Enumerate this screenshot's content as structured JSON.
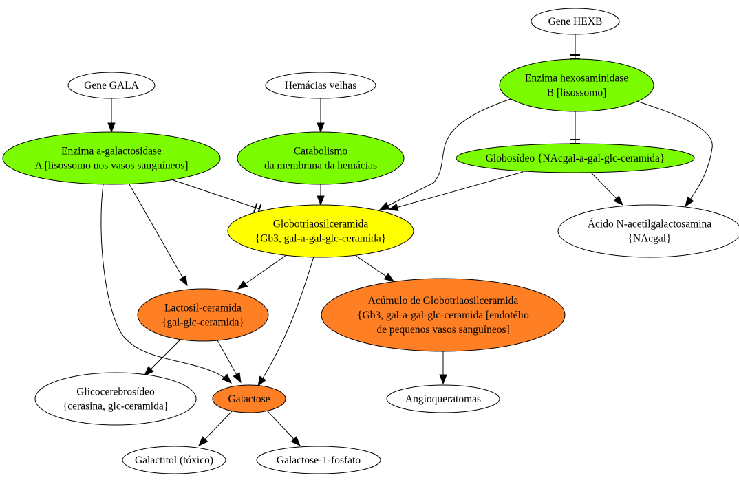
{
  "nodes": {
    "gala_gene": {
      "lines": [
        "Gene GALA"
      ],
      "color": "#ffffff"
    },
    "hemacias": {
      "lines": [
        "Hemácias velhas"
      ],
      "color": "#ffffff"
    },
    "hexb_gene": {
      "lines": [
        "Gene HEXB"
      ],
      "color": "#ffffff"
    },
    "alpha_gal": {
      "lines": [
        "Enzima a-galactosidase",
        "A [lisossomo nos vasos sanguíneos]"
      ],
      "color": "#7cfc00"
    },
    "catabolismo": {
      "lines": [
        "Catabolismo",
        "da membrana da hemácias"
      ],
      "color": "#7cfc00"
    },
    "hexosaminidase": {
      "lines": [
        "Enzima hexosaminidase",
        "B [lisossomo]"
      ],
      "color": "#7cfc00"
    },
    "globosideo": {
      "lines": [
        "Globosídeo {NAcgal-a-gal-glc-ceramida}"
      ],
      "color": "#7cfc00"
    },
    "gb3": {
      "lines": [
        "Globotriaosilceramida",
        "{Gb3, gal-a-gal-glc-ceramida}"
      ],
      "color": "#ffff00"
    },
    "nacgal": {
      "lines": [
        "Ácido N-acetilgalactosamina",
        "{NAcgal}"
      ],
      "color": "#ffffff"
    },
    "lactosil": {
      "lines": [
        "Lactosil-ceramida",
        "{gal-glc-ceramida}"
      ],
      "color": "#ff7f24"
    },
    "acumulo": {
      "lines": [
        "Acúmulo de Globotriaosilceramida",
        "{Gb3, gal-a-gal-glc-ceramida [endotélio",
        "de pequenos vasos sanguíneos]"
      ],
      "color": "#ff7f24"
    },
    "glicocerebrosideo": {
      "lines": [
        "Glicocerebrosídeo",
        "{cerasina, glc-ceramida}"
      ],
      "color": "#ffffff"
    },
    "galactose": {
      "lines": [
        "Galactose"
      ],
      "color": "#ff7f24"
    },
    "angioqueratomas": {
      "lines": [
        "Angioqueratomas"
      ],
      "color": "#ffffff"
    },
    "galactitol": {
      "lines": [
        "Galactitol (tóxico)"
      ],
      "color": "#ffffff"
    },
    "galactose1p": {
      "lines": [
        "Galactose-1-fosfato"
      ],
      "color": "#ffffff"
    }
  },
  "edges": [
    {
      "from": "gala_gene",
      "to": "alpha_gal",
      "type": "activates"
    },
    {
      "from": "hemacias",
      "to": "catabolismo",
      "type": "activates"
    },
    {
      "from": "hexb_gene",
      "to": "hexosaminidase",
      "type": "inhibits"
    },
    {
      "from": "hexosaminidase",
      "to": "globosideo",
      "type": "inhibits"
    },
    {
      "from": "hexosaminidase",
      "to": "gb3",
      "type": "activates"
    },
    {
      "from": "hexosaminidase",
      "to": "nacgal",
      "type": "activates"
    },
    {
      "from": "globosideo",
      "to": "gb3",
      "type": "activates"
    },
    {
      "from": "globosideo",
      "to": "nacgal",
      "type": "activates"
    },
    {
      "from": "catabolismo",
      "to": "gb3",
      "type": "activates"
    },
    {
      "from": "alpha_gal",
      "to": "gb3",
      "type": "inhibits"
    },
    {
      "from": "alpha_gal",
      "to": "lactosil",
      "type": "activates"
    },
    {
      "from": "alpha_gal",
      "to": "galactose",
      "type": "activates"
    },
    {
      "from": "gb3",
      "to": "lactosil",
      "type": "activates"
    },
    {
      "from": "gb3",
      "to": "galactose",
      "type": "activates"
    },
    {
      "from": "gb3",
      "to": "acumulo",
      "type": "activates"
    },
    {
      "from": "lactosil",
      "to": "glicocerebrosideo",
      "type": "activates"
    },
    {
      "from": "lactosil",
      "to": "galactose",
      "type": "activates"
    },
    {
      "from": "acumulo",
      "to": "angioqueratomas",
      "type": "activates"
    },
    {
      "from": "galactose",
      "to": "galactitol",
      "type": "activates"
    },
    {
      "from": "galactose",
      "to": "galactose1p",
      "type": "activates"
    }
  ]
}
